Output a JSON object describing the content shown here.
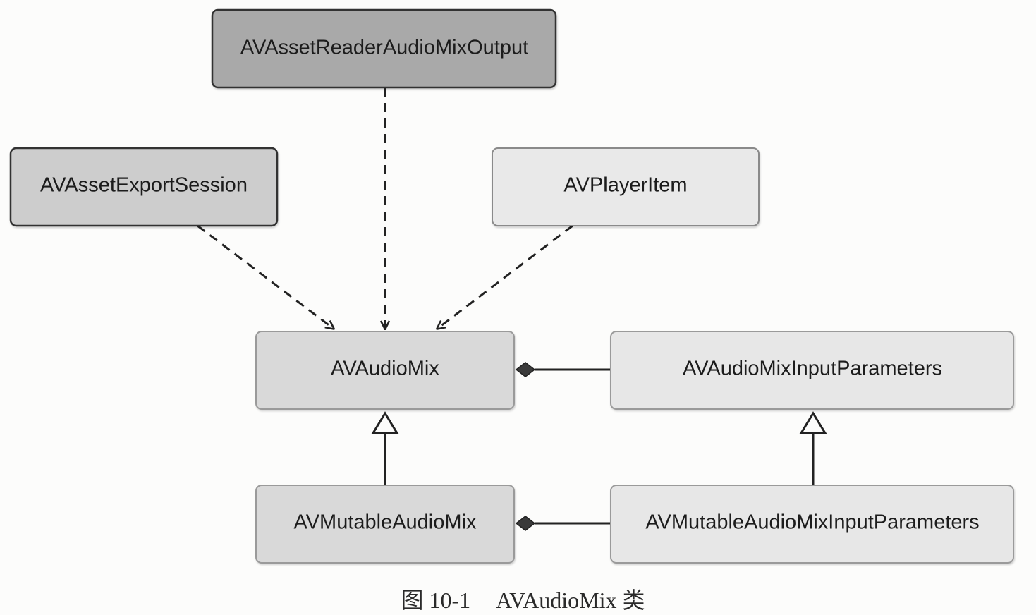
{
  "diagram": {
    "nodes": {
      "reader_output": {
        "label": "AVAssetReaderAudioMixOutput",
        "fill": "#a9a9a9",
        "stroke": "#333333"
      },
      "export_session": {
        "label": "AVAssetExportSession",
        "fill": "#cdcdcd",
        "stroke": "#333333"
      },
      "player_item": {
        "label": "AVPlayerItem",
        "fill": "#e9e9e9",
        "stroke": "#8a8a8a"
      },
      "audio_mix": {
        "label": "AVAudioMix",
        "fill": "#d9d9d9",
        "stroke": "#9a9a9a"
      },
      "input_parameters": {
        "label": "AVAudioMixInputParameters",
        "fill": "#e7e7e7",
        "stroke": "#9a9a9a"
      },
      "mutable_audio_mix": {
        "label": "AVMutableAudioMix",
        "fill": "#d9d9d9",
        "stroke": "#9a9a9a"
      },
      "mutable_input_parameters": {
        "label": "AVMutableAudioMixInputParameters",
        "fill": "#e7e7e7",
        "stroke": "#9a9a9a"
      }
    },
    "edges": [
      {
        "from": "reader_output",
        "to": "audio_mix",
        "type": "dependency"
      },
      {
        "from": "export_session",
        "to": "audio_mix",
        "type": "dependency"
      },
      {
        "from": "player_item",
        "to": "audio_mix",
        "type": "dependency"
      },
      {
        "from": "input_parameters",
        "to": "audio_mix",
        "type": "composition"
      },
      {
        "from": "mutable_input_parameters",
        "to": "mutable_audio_mix",
        "type": "composition"
      },
      {
        "from": "mutable_audio_mix",
        "to": "audio_mix",
        "type": "generalization"
      },
      {
        "from": "mutable_input_parameters",
        "to": "input_parameters",
        "type": "generalization"
      }
    ]
  },
  "caption": {
    "figure_number": "图 10-1",
    "title": "AVAudioMix 类"
  }
}
